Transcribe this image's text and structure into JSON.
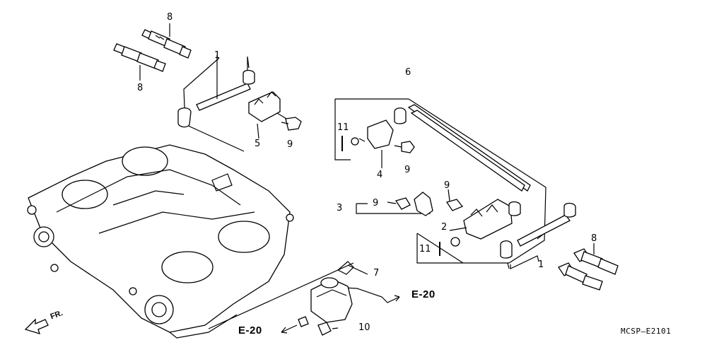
{
  "labels": {
    "p8_top": "8",
    "p8_left": "8",
    "p1_top": "1",
    "p5": "5",
    "p9_a": "9",
    "p6": "6",
    "p11_a": "11",
    "p4": "4",
    "p9_b": "9",
    "p3": "3",
    "p9_c": "9",
    "p9_d": "9",
    "p2": "2",
    "p11_b": "11",
    "p1_right": "1",
    "p8_right": "8",
    "p7": "7",
    "p10": "10"
  },
  "refs": {
    "e20_bottom": "E-20",
    "e20_right": "E-20"
  },
  "front_indicator": "FR.",
  "diagram_code": "MCSP—E2101"
}
